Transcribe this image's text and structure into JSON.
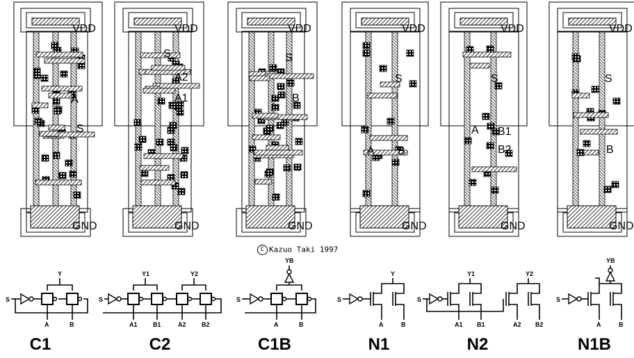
{
  "copyright": {
    "symbol": "C",
    "text": "Kazuo Taki 1997"
  },
  "cells": [
    {
      "name": "C1",
      "layout_labels": [
        "VDD",
        "GND",
        "S",
        "A"
      ],
      "pins": [
        "S",
        "A",
        "B"
      ],
      "outputs": [
        "Y"
      ]
    },
    {
      "name": "C2",
      "layout_labels": [
        "VDD",
        "GND",
        "S",
        "A2",
        "A1"
      ],
      "pins": [
        "S",
        "A1",
        "B1",
        "A2",
        "B2"
      ],
      "outputs": [
        "Y1",
        "Y2"
      ]
    },
    {
      "name": "C1B",
      "layout_labels": [
        "VDD",
        "GND",
        "S",
        "B"
      ],
      "pins": [
        "S",
        "A",
        "B"
      ],
      "outputs": [
        "YB"
      ]
    },
    {
      "name": "N1",
      "layout_labels": [
        "VDD",
        "GND",
        "S",
        "A",
        "B"
      ],
      "pins": [
        "S",
        "A",
        "B"
      ],
      "outputs": [
        "Y"
      ]
    },
    {
      "name": "N2",
      "layout_labels": [
        "VDD",
        "GND",
        "S",
        "A",
        "B1",
        "B2"
      ],
      "pins": [
        "S",
        "A1",
        "B1",
        "A2",
        "B2"
      ],
      "outputs": [
        "Y1",
        "Y2"
      ]
    },
    {
      "name": "N1B",
      "layout_labels": [
        "VDD",
        "GND",
        "S",
        "B"
      ],
      "pins": [
        "S",
        "A",
        "B"
      ],
      "outputs": [
        "YB"
      ]
    }
  ]
}
